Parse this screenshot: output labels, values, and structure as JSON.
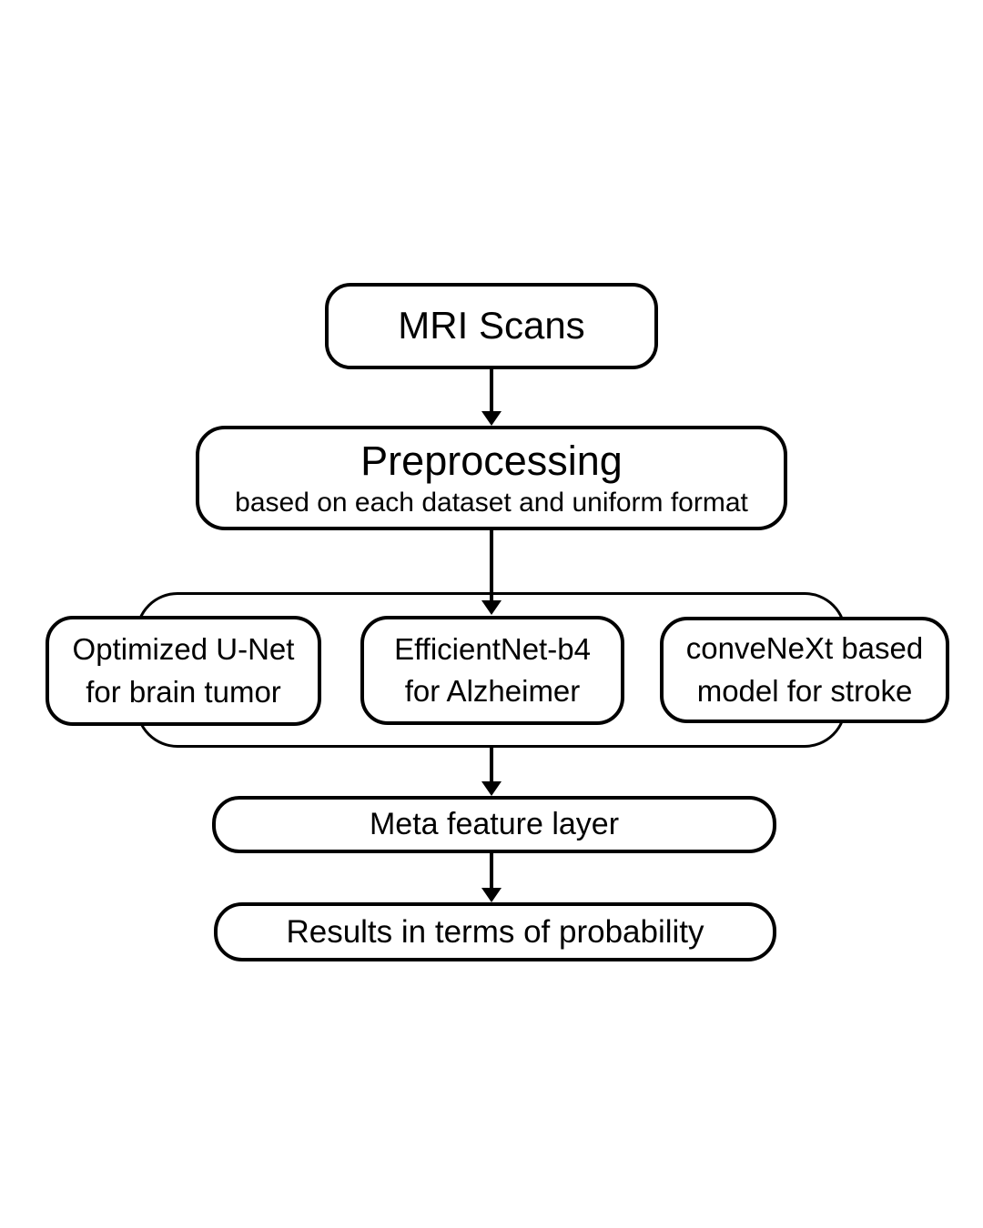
{
  "page": {
    "background": "#ffffff",
    "stroke_color": "#000000",
    "text_color": "#000000"
  },
  "diagram": {
    "type": "flowchart",
    "nodes": {
      "mri": {
        "label": "MRI Scans"
      },
      "preprocessing": {
        "title": "Preprocessing",
        "subtitle": "based on each dataset and uniform format"
      },
      "models": [
        {
          "line1": "Optimized U-Net",
          "line2": "for brain tumor"
        },
        {
          "line1": "EfficientNet-b4",
          "line2": "for Alzheimer"
        },
        {
          "line1": "conveNeXt based",
          "line2": "model for stroke"
        }
      ],
      "meta_feature": {
        "label": "Meta feature layer"
      },
      "results": {
        "label": "Results in terms of probability"
      }
    },
    "edges": [
      "mri -> preprocessing",
      "preprocessing -> models",
      "models -> meta_feature",
      "meta_feature -> results"
    ]
  }
}
